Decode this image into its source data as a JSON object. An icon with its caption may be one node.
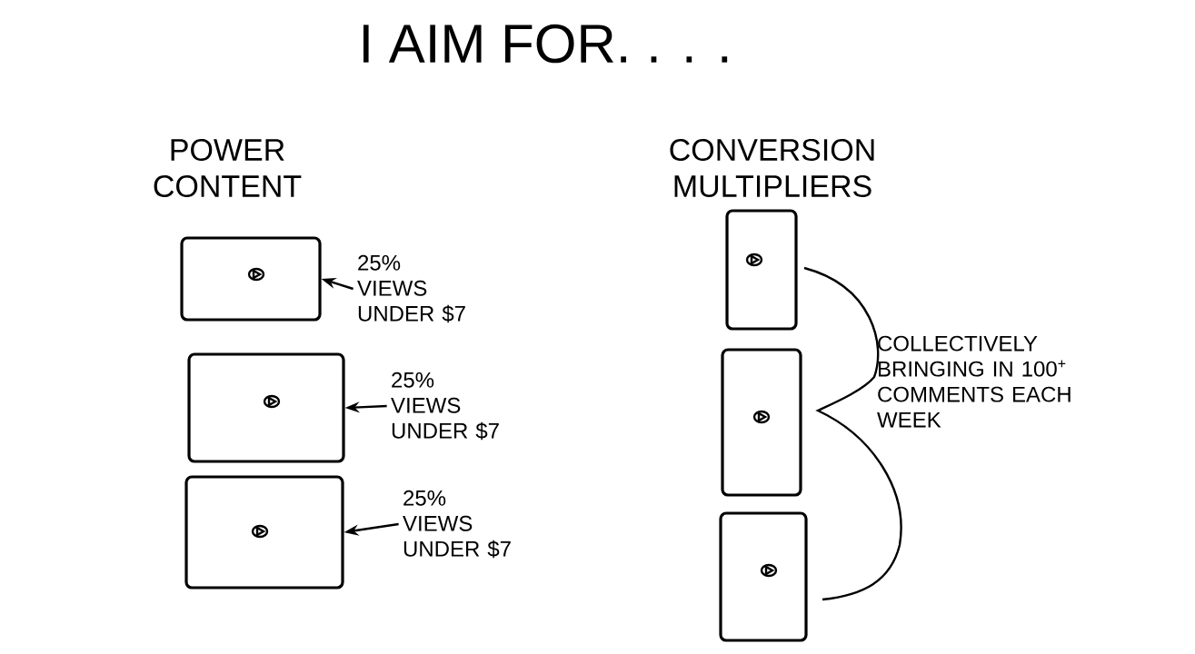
{
  "diagram": {
    "title": "I AIM FOR. . . .",
    "nodes": [
      {
        "text": [],
        "shape": "box"
      },
      {
        "text": [],
        "shape": "box"
      },
      {
        "text": [],
        "shape": "box"
      },
      {
        "text": [
          "25% VIEWS UNDER $7"
        ]
      },
      {
        "text": [
          "25% VIEWS UNDER $7"
        ]
      },
      {
        "text": [
          "25% VIEWS UNDER $7"
        ]
      },
      {
        "text": [],
        "shape": "box"
      },
      {
        "text": [],
        "shape": "box"
      },
      {
        "text": [],
        "shape": "box"
      }
    ],
    "edges": [
      {
        "from": 3,
        "to": 0,
        "arrow": "to"
      },
      {
        "from": 4,
        "to": 1,
        "arrow": "to"
      },
      {
        "from": 5,
        "to": 2,
        "arrow": "to"
      }
    ],
    "labels": [
      "POWER CONTENT",
      "CONVERSION MULTIPLIERS",
      "COLLECTIVELY BRINGING IN 100$^{+}$ COMMENTS EACH WEEK"
    ]
  }
}
